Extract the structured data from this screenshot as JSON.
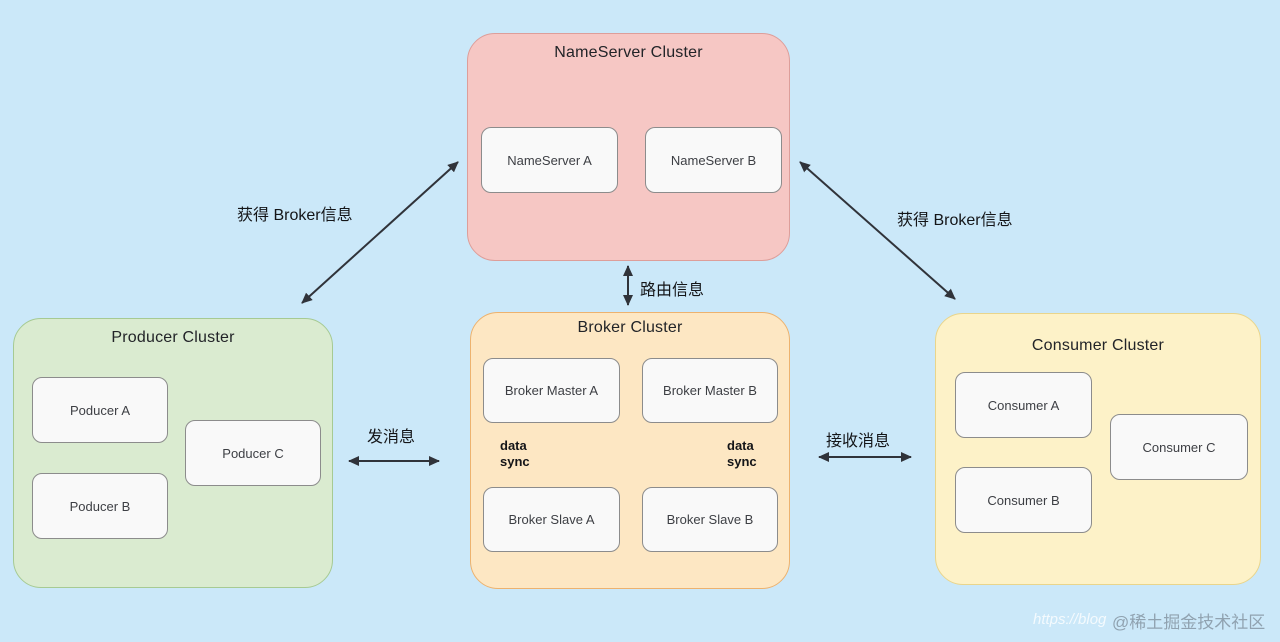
{
  "colors": {
    "page-bg": "#cbe8f9",
    "ns-fill": "#f6c7c4",
    "ns-border": "#dd9e9a",
    "prod-fill": "#daebd0",
    "prod-border": "#a6ca93",
    "broker-fill": "#fde7c3",
    "broker-border": "#edb26e",
    "cons-fill": "#fdf2c8",
    "cons-border": "#e9d58c",
    "node-fill": "#f9f9f9",
    "node-border": "#8c8c8c",
    "arrow": "#30333a",
    "title-text": "#222428",
    "node-text": "#3d3f44",
    "label-text": "#141518"
  },
  "clusters": {
    "nameserver": {
      "title": "NameServer Cluster",
      "nodes": {
        "a": "NameServer A",
        "b": "NameServer B"
      }
    },
    "producer": {
      "title": "Producer Cluster",
      "nodes": {
        "a": "Poducer A",
        "b": "Poducer B",
        "c": "Poducer C"
      }
    },
    "broker": {
      "title": "Broker Cluster",
      "nodes": {
        "master_a": "Broker Master A",
        "master_b": "Broker Master B",
        "slave_a": "Broker Slave A",
        "slave_b": "Broker Slave B"
      }
    },
    "consumer": {
      "title": "Consumer Cluster",
      "nodes": {
        "a": "Consumer A",
        "b": "Consumer  B",
        "c": "Consumer C"
      }
    }
  },
  "labels": {
    "get_broker_info_left": "获得 Broker信息",
    "get_broker_info_right": "获得 Broker信息",
    "route_info": "路由信息",
    "send_message": "发消息",
    "receive_message": "接收消息",
    "data_sync_a": "data\nsync",
    "data_sync_b": "data\nsync"
  },
  "watermark": {
    "prefix": "https://blog",
    "text": "@稀土掘金技术社区"
  }
}
